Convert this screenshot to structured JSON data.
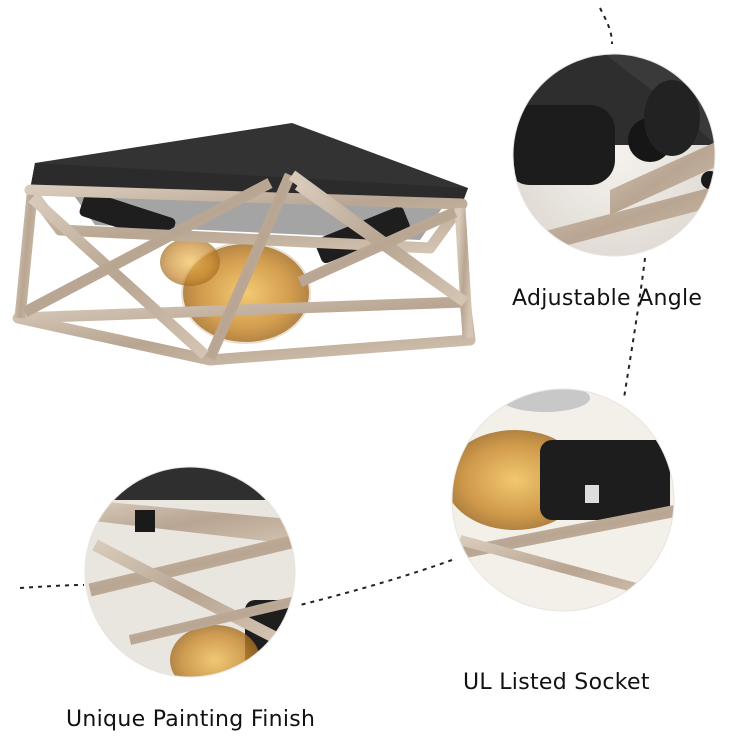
{
  "captions": {
    "adjustable_angle": "Adjustable Angle",
    "ul_listed_socket": "UL Listed Socket",
    "unique_painting_finish": "Unique Painting Finish"
  },
  "colors": {
    "background": "#ffffff",
    "metal_black": "#2c2c2c",
    "frame_wood": "#c8b8a6",
    "frame_wood_dark": "#9c8a78",
    "bulb_amber": "#c98a2e",
    "text": "#111111"
  }
}
